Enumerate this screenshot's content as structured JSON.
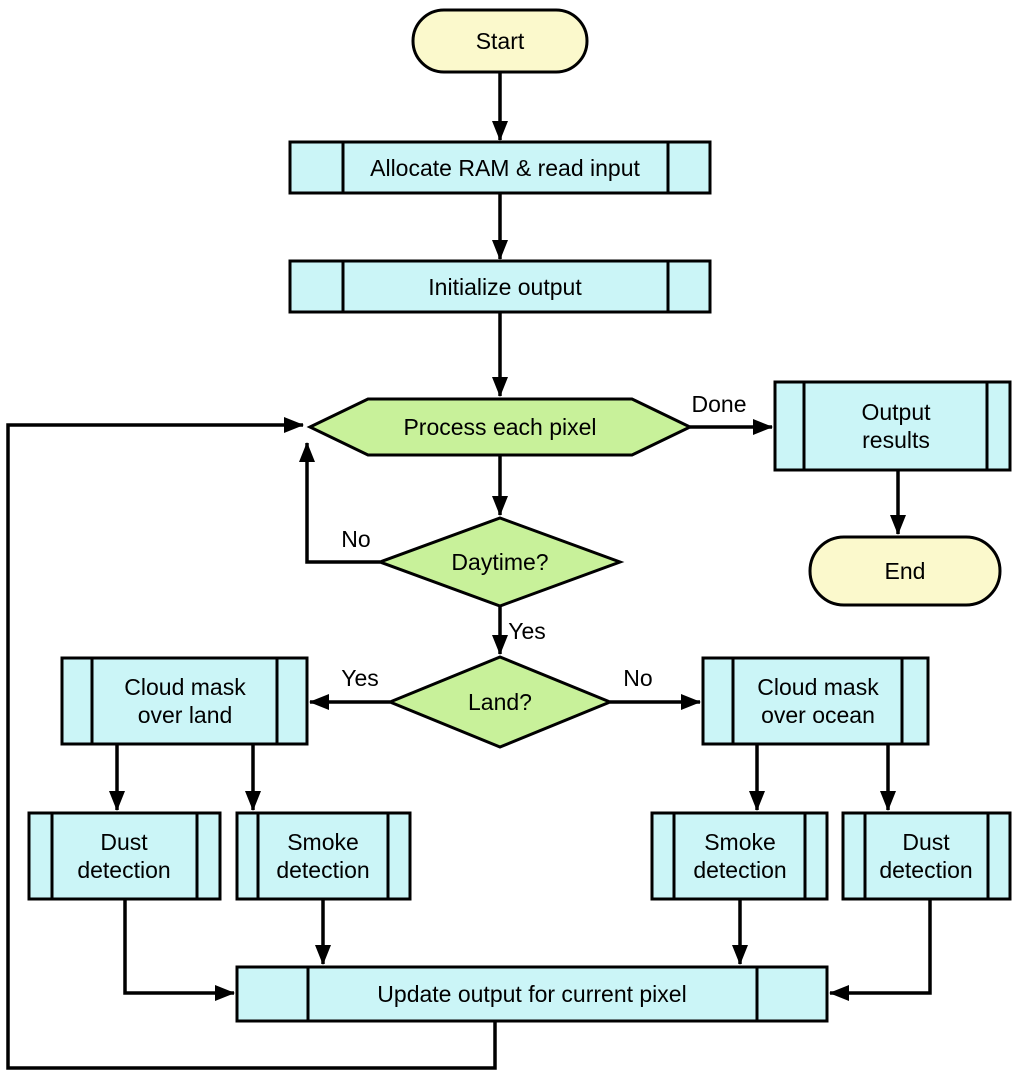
{
  "diagram": {
    "type": "flowchart",
    "background": "#ffffff",
    "colors": {
      "process_fill": "#cbf5f7",
      "decision_fill": "#c8f19a",
      "terminator_fill": "#fbf9cc",
      "stroke": "#000000"
    },
    "nodes": {
      "start": {
        "shape": "terminator",
        "label": "Start"
      },
      "allocate_ram": {
        "shape": "predefined-process",
        "label": "Allocate RAM & read input"
      },
      "initialize_output": {
        "shape": "predefined-process",
        "label": "Initialize output"
      },
      "process_each_pixel": {
        "shape": "loop-limit-hexagon",
        "label": "Process each pixel"
      },
      "output_results": {
        "shape": "predefined-process",
        "line1": "Output",
        "line2": "results"
      },
      "end": {
        "shape": "terminator",
        "label": "End"
      },
      "daytime": {
        "shape": "decision",
        "label": "Daytime?"
      },
      "land": {
        "shape": "decision",
        "label": "Land?"
      },
      "cloud_mask_land": {
        "shape": "predefined-process",
        "line1": "Cloud mask",
        "line2": "over land"
      },
      "cloud_mask_ocean": {
        "shape": "predefined-process",
        "line1": "Cloud mask",
        "line2": "over ocean"
      },
      "dust_detection_land": {
        "shape": "predefined-process",
        "line1": "Dust",
        "line2": "detection"
      },
      "smoke_detection_land": {
        "shape": "predefined-process",
        "line1": "Smoke",
        "line2": "detection"
      },
      "smoke_detection_ocean": {
        "shape": "predefined-process",
        "line1": "Smoke",
        "line2": "detection"
      },
      "dust_detection_ocean": {
        "shape": "predefined-process",
        "line1": "Dust",
        "line2": "detection"
      },
      "update_output": {
        "shape": "predefined-process",
        "label": "Update output for current pixel"
      }
    },
    "edge_labels": {
      "process_done": "Done",
      "daytime_no": "No",
      "daytime_yes": "Yes",
      "land_yes": "Yes",
      "land_no": "No"
    },
    "edges": [
      {
        "from": "start",
        "to": "allocate_ram",
        "label": ""
      },
      {
        "from": "allocate_ram",
        "to": "initialize_output",
        "label": ""
      },
      {
        "from": "initialize_output",
        "to": "process_each_pixel",
        "label": ""
      },
      {
        "from": "process_each_pixel",
        "to": "output_results",
        "label": "Done"
      },
      {
        "from": "output_results",
        "to": "end",
        "label": ""
      },
      {
        "from": "process_each_pixel",
        "to": "daytime",
        "label": ""
      },
      {
        "from": "daytime",
        "to": "process_each_pixel",
        "label": "No"
      },
      {
        "from": "daytime",
        "to": "land",
        "label": "Yes"
      },
      {
        "from": "land",
        "to": "cloud_mask_land",
        "label": "Yes"
      },
      {
        "from": "land",
        "to": "cloud_mask_ocean",
        "label": "No"
      },
      {
        "from": "cloud_mask_land",
        "to": "dust_detection_land",
        "label": ""
      },
      {
        "from": "cloud_mask_land",
        "to": "smoke_detection_land",
        "label": ""
      },
      {
        "from": "cloud_mask_ocean",
        "to": "smoke_detection_ocean",
        "label": ""
      },
      {
        "from": "cloud_mask_ocean",
        "to": "dust_detection_ocean",
        "label": ""
      },
      {
        "from": "dust_detection_land",
        "to": "update_output",
        "label": ""
      },
      {
        "from": "smoke_detection_land",
        "to": "update_output",
        "label": ""
      },
      {
        "from": "smoke_detection_ocean",
        "to": "update_output",
        "label": ""
      },
      {
        "from": "dust_detection_ocean",
        "to": "update_output",
        "label": ""
      },
      {
        "from": "update_output",
        "to": "process_each_pixel",
        "label": ""
      }
    ]
  }
}
